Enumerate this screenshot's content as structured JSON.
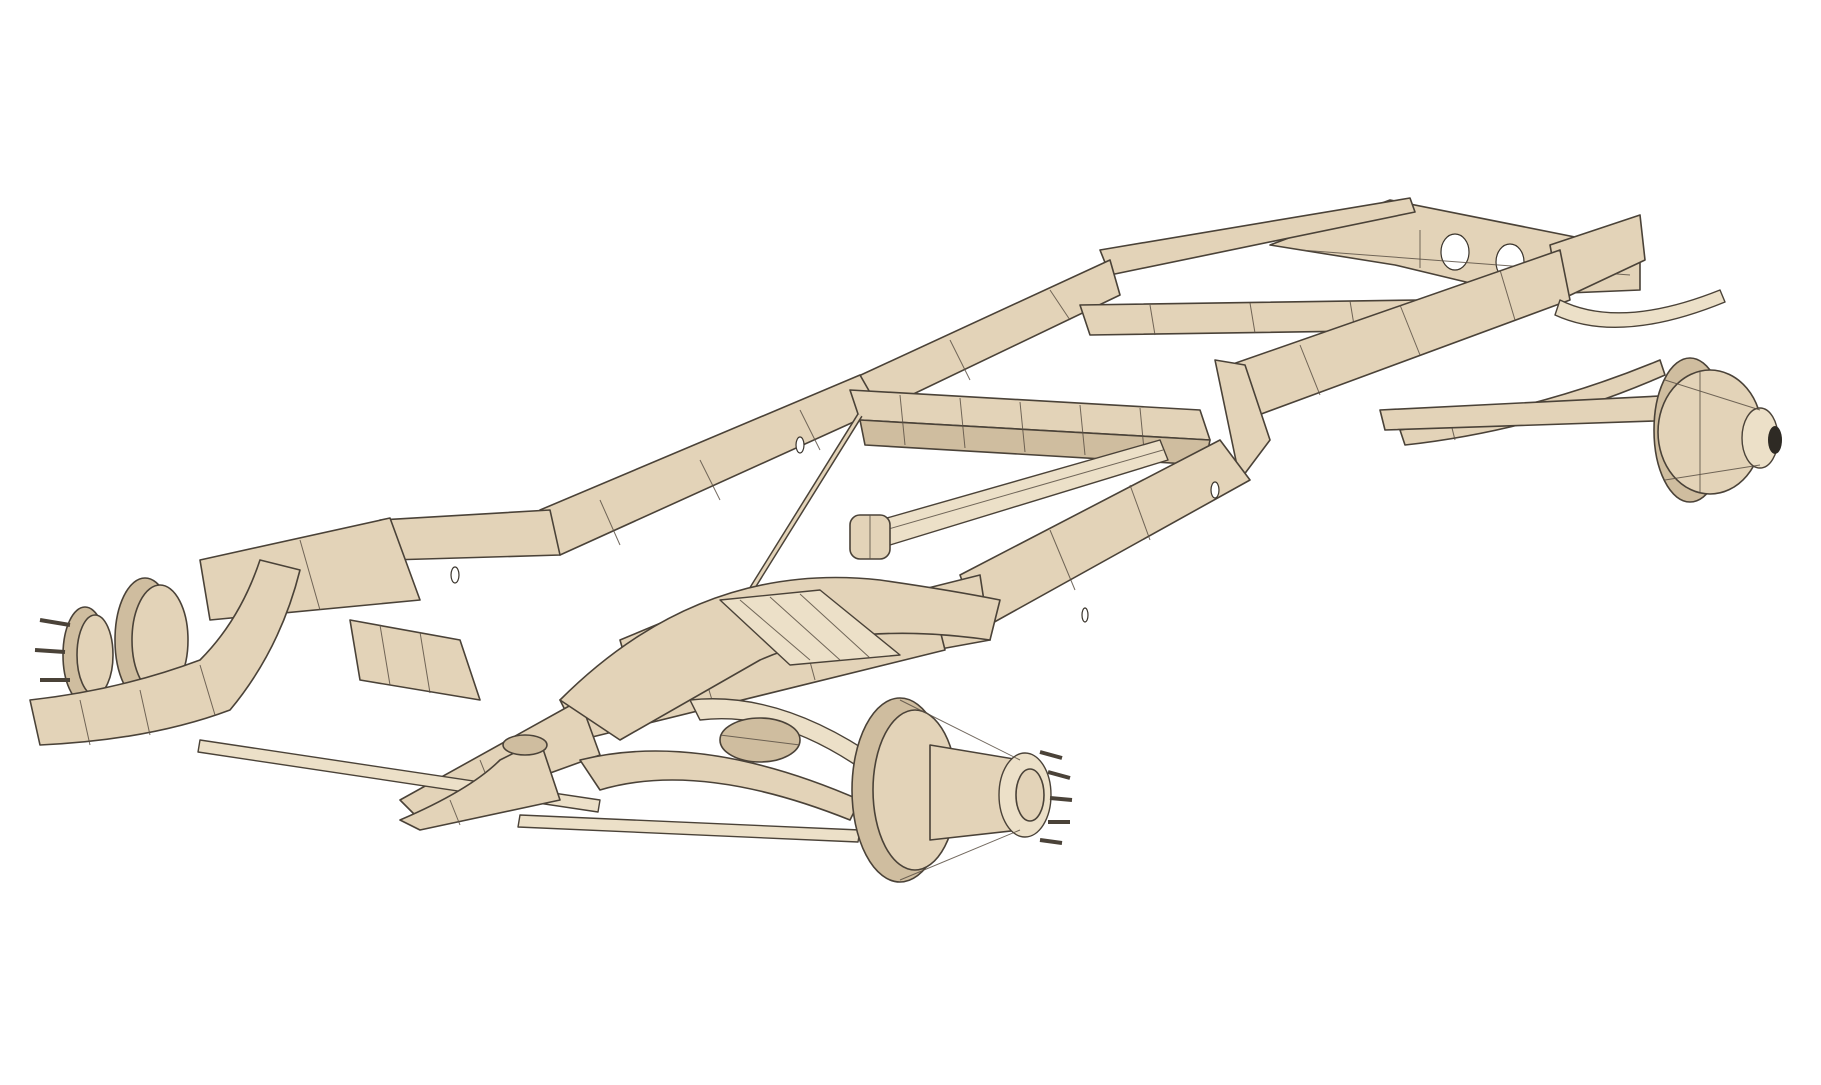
{
  "scene": {
    "subject": "Vehicle chassis frame wireframe render",
    "background_color": "#ffffff",
    "material_color": "#e3d3b8",
    "material_shadow_color": "#cfbd9f",
    "wire_color": "#4a4238"
  },
  "components": [
    {
      "id": "frame-rail-left",
      "label": "Left frame rail"
    },
    {
      "id": "frame-rail-right",
      "label": "Right frame rail"
    },
    {
      "id": "crossmember-front",
      "label": "Front crossmember"
    },
    {
      "id": "crossmember-mid",
      "label": "Middle crossmember"
    },
    {
      "id": "crossmember-rear",
      "label": "Rear crossmember with lightening holes"
    },
    {
      "id": "front-wheel-hub-left",
      "label": "Front left wheel hub"
    },
    {
      "id": "front-wheel-hub-right",
      "label": "Front right brake drum and hub"
    },
    {
      "id": "rear-brake-drum",
      "label": "Rear brake drum"
    },
    {
      "id": "leaf-spring-rear",
      "label": "Rear leaf spring"
    },
    {
      "id": "driveshaft",
      "label": "Driveshaft"
    },
    {
      "id": "steering-box",
      "label": "Steering gearbox"
    },
    {
      "id": "control-arms",
      "label": "Front control arms"
    },
    {
      "id": "tie-rod",
      "label": "Tie rod"
    }
  ]
}
